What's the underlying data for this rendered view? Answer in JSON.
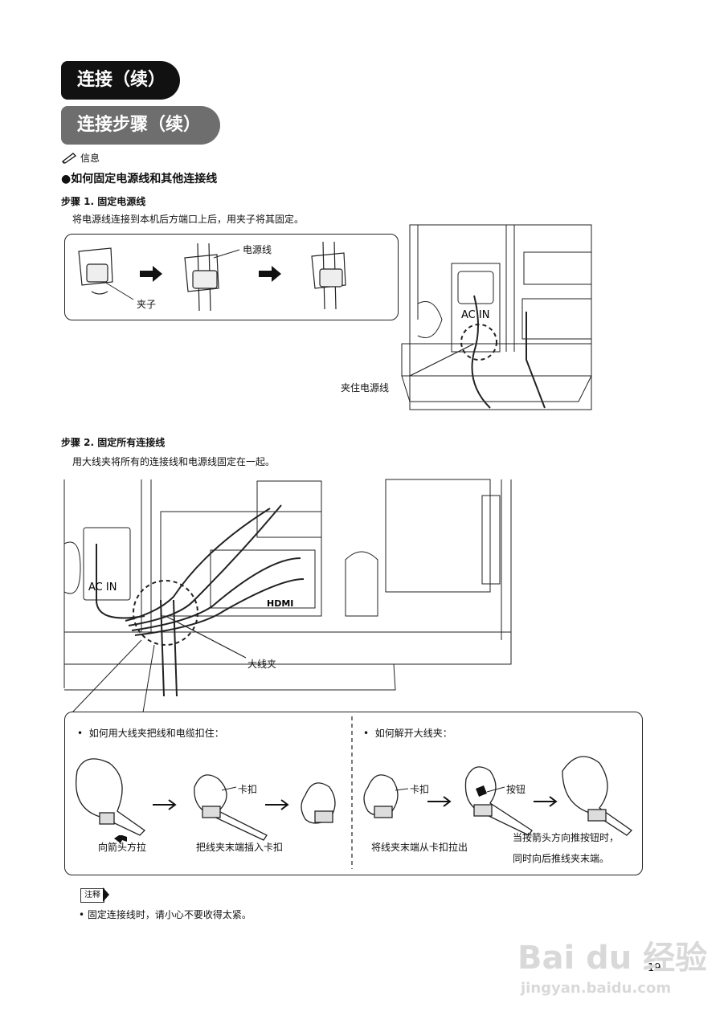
{
  "header": {
    "title": "连接（续）",
    "subtitle": "连接步骤（续）"
  },
  "info": {
    "icon": "pencil-note-icon",
    "label": "信息"
  },
  "section": {
    "bullet": "●",
    "heading": "如何固定电源线和其他连接线"
  },
  "step1": {
    "title": "步骤 1. 固定电源线",
    "desc": "将电源线连接到本机后方端口上后，用夹子将其固定。",
    "label_power_cord": "电源线",
    "label_clip": "夹子",
    "label_clamp_cord": "夹住电源线",
    "ac_in": "AC IN"
  },
  "step2": {
    "title": "步骤 2. 固定所有连接线",
    "desc": "用大线夹将所有的连接线和电源线固定在一起。",
    "label_big_clamp": "大线夹",
    "ac_in": "AC IN"
  },
  "howto": {
    "left_bullet": "•",
    "left_title": "如何用大线夹把线和电缆扣住：",
    "right_bullet": "•",
    "right_title": "如何解开大线夹：",
    "label_pull_arrow": "向箭头方拉",
    "label_latch_left": "卡扣",
    "label_insert": "把线夹末端插入卡扣",
    "label_latch_right": "卡扣",
    "label_pull_out": "将线夹末端从卡扣拉出",
    "label_button": "按钮",
    "label_push_line1": "当按箭头方向推按钮时，",
    "label_push_line2": "同时向后推线夹末端。"
  },
  "note": {
    "tag": "注释",
    "text": "• 固定连接线时，请小心不要收得太紧。"
  },
  "page_number": "19",
  "watermark": {
    "brand": "Bai du 经验",
    "url": "jingyan.baidu.com"
  }
}
